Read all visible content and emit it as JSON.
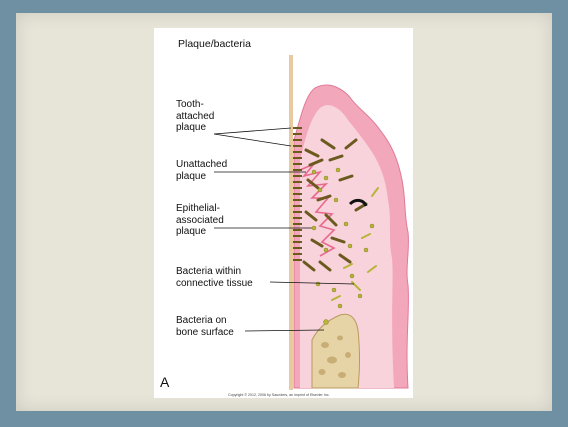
{
  "figure": {
    "title": "Plaque/bacteria",
    "panel_letter": "A",
    "copyright": "Copyright © 2012, 2006 by Saunders, an imprint of Elsevier Inc."
  },
  "labels": {
    "tooth_attached": "Tooth-\nattached\nplaque",
    "unattached": "Unattached\nplaque",
    "epithelial": "Epithelial-\nassociated\nplaque",
    "connective": "Bacteria within\nconnective tissue",
    "bone": "Bacteria on\nbone surface"
  },
  "colors": {
    "slide_background": "#6f8fa3",
    "slide_panel": "#e7e5d8",
    "gingiva_outer": "#f3a7bb",
    "gingiva_inner": "#f8cdd6",
    "epithelium_edge": "#e86a8e",
    "bacteria_rod": "#6b5a1e",
    "bacteria_coccus": "#b7b43a",
    "tooth_surface": "#e8c9a0",
    "bone": "#e6d3a6"
  }
}
